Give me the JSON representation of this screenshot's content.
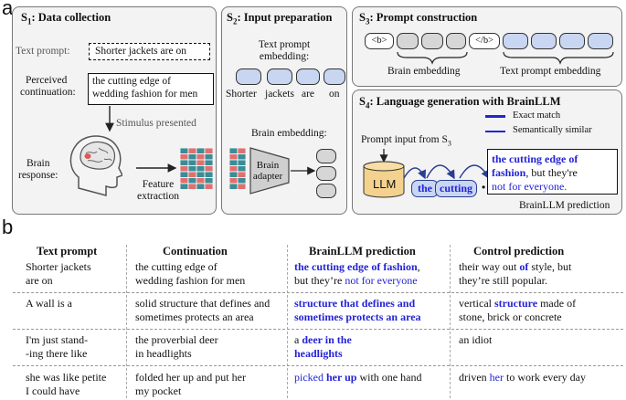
{
  "panel_letters": {
    "a": "a",
    "b": "b"
  },
  "s1": {
    "title_pre": "S",
    "title_sub": "1",
    "title_post": ": Data collection",
    "text_prompt_label": "Text prompt:",
    "text_prompt_value": "Shorter jackets are on",
    "perceived_label_1": "Perceived",
    "perceived_label_2": "continuation:",
    "continuation_1": "the cutting edge of",
    "continuation_2": "wedding fashion for men",
    "stimulus_label": "Stimulus presented",
    "brain_response_1": "Brain",
    "brain_response_2": "response:",
    "feature_1": "Feature",
    "feature_2": "extraction"
  },
  "s2": {
    "title_pre": "S",
    "title_sub": "2",
    "title_post": ": Input preparation",
    "text_emb_1": "Text prompt",
    "text_emb_2": "embedding:",
    "words": [
      "Shorter",
      "jackets",
      "are",
      "on"
    ],
    "brain_emb_label": "Brain embedding:",
    "adapter_1": "Brain",
    "adapter_2": "adapter"
  },
  "s3": {
    "title_pre": "S",
    "title_sub": "3",
    "title_post": ": Prompt construction",
    "tag_open": "<b>",
    "tag_close": "</b>",
    "brain_emb": "Brain embedding",
    "text_emb": "Text prompt embedding"
  },
  "s4": {
    "title_pre": "S",
    "title_sub": "4",
    "title_post": ": Language generation with BrainLLM",
    "legend_exact": "Exact match",
    "legend_similar": "Semantically similar",
    "prompt_input_pre": "Prompt input from S",
    "prompt_input_sub": "3",
    "llm": "LLM",
    "tok1": "the",
    "tok2": "cutting",
    "dots": "• • •",
    "pred_bold_1": "the cutting edge of",
    "pred_bold_2": "fashion",
    "pred_plain": ", but they're",
    "pred_blue": "not for everyone.",
    "pred_label": "BrainLLM prediction"
  },
  "colors": {
    "blue": "#2323d6",
    "teal": "#3b8c96",
    "red": "#e07070",
    "llm": "#f4d28e",
    "gray_pill": "#d6d6d6",
    "blue_pill": "#c8d6f2"
  },
  "table": {
    "headers": [
      "Text prompt",
      "Continuation",
      "BrainLLM prediction",
      "Control prediction"
    ],
    "rows": [
      {
        "prompt": [
          "Shorter jackets",
          "are on"
        ],
        "cont": [
          "the cutting edge of",
          "wedding fashion for men"
        ],
        "brain": [
          [
            {
              "t": "the cutting edge of fashion",
              "s": "bblue"
            },
            {
              "t": ",",
              "s": "n"
            }
          ],
          [
            {
              "t": "but they’re ",
              "s": "n"
            },
            {
              "t": "not for everyone",
              "s": "blue"
            }
          ]
        ],
        "ctrl": [
          [
            {
              "t": "their way out ",
              "s": "n"
            },
            {
              "t": "of",
              "s": "bblue"
            },
            {
              "t": " style, but",
              "s": "n"
            }
          ],
          [
            {
              "t": "they’re still popular.",
              "s": "n"
            }
          ]
        ]
      },
      {
        "prompt": [
          "A wall is a"
        ],
        "cont": [
          "solid structure that defines and",
          "sometimes protects an area"
        ],
        "brain": [
          [
            {
              "t": "structure that defines and",
              "s": "bblue"
            }
          ],
          [
            {
              "t": "sometimes protects an area",
              "s": "bblue"
            }
          ]
        ],
        "ctrl": [
          [
            {
              "t": "vertical ",
              "s": "n"
            },
            {
              "t": "structure",
              "s": "bblue"
            },
            {
              "t": " made of",
              "s": "n"
            }
          ],
          [
            {
              "t": "stone, brick or concrete",
              "s": "n"
            }
          ]
        ]
      },
      {
        "prompt": [
          "I'm just stand-",
          "-ing there like"
        ],
        "cont": [
          "the proverbial deer",
          "in headlights"
        ],
        "brain": [
          [
            {
              "t": "a ",
              "s": "n"
            },
            {
              "t": "deer in the",
              "s": "bblue"
            }
          ],
          [
            {
              "t": "headlights",
              "s": "bblue"
            }
          ]
        ],
        "ctrl": [
          [
            {
              "t": "an idiot",
              "s": "n"
            }
          ]
        ]
      },
      {
        "prompt": [
          "she was like petite",
          "I could have"
        ],
        "cont": [
          "folded her up and put her",
          "my pocket"
        ],
        "brain": [
          [
            {
              "t": "picked",
              "s": "blue"
            },
            {
              "t": " her up",
              "s": "bblue"
            },
            {
              "t": " with one hand",
              "s": "n"
            }
          ]
        ],
        "ctrl": [
          [
            {
              "t": "driven ",
              "s": "n"
            },
            {
              "t": "her",
              "s": "blue"
            },
            {
              "t": " to work every day",
              "s": "n"
            }
          ]
        ]
      }
    ]
  }
}
